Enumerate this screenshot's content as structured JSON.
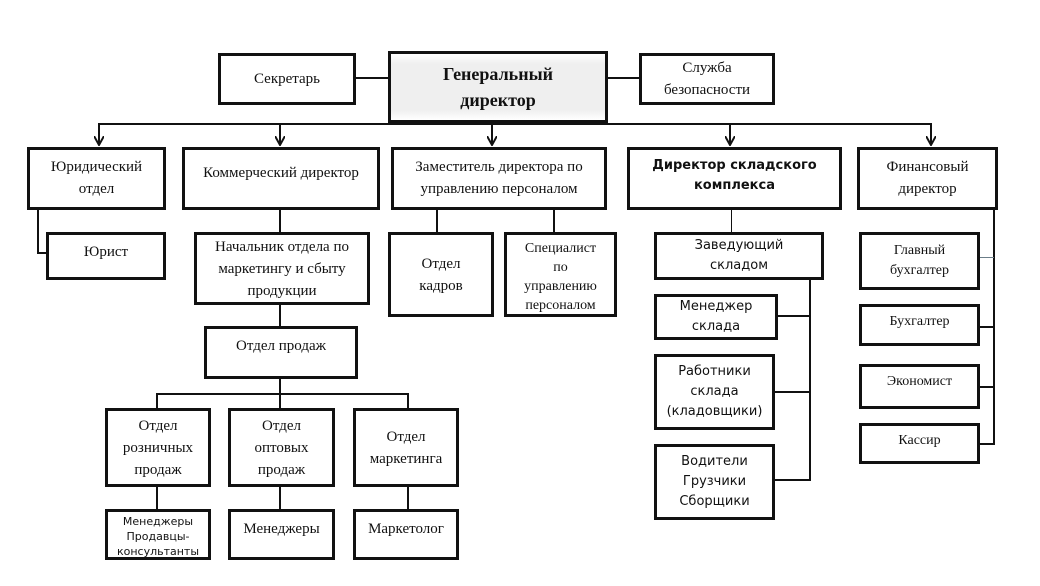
{
  "title": "Организационная структура",
  "top": {
    "general_director": [
      "Генеральный",
      "директор"
    ],
    "secretary": [
      "Секретарь"
    ],
    "security": [
      "Служба",
      "безопасности"
    ]
  },
  "level2": {
    "legal": [
      "Юридический",
      "отдел"
    ],
    "commercial": [
      "Коммерческий директор"
    ],
    "hr_deputy": [
      "Заместитель директора по",
      "управлению персоналом"
    ],
    "warehouse_director": [
      "Директор складского",
      "комплекса"
    ],
    "finance_director": [
      "Финансовый",
      "директор"
    ]
  },
  "legal_sub": {
    "lawyer": [
      "Юрист"
    ]
  },
  "commercial_sub": {
    "marketing_head": [
      "Начальник отдела по",
      "маркетингу и сбыту",
      "продукции"
    ],
    "sales_dept": [
      "Отдел продаж"
    ],
    "retail": [
      "Отдел",
      "розничных",
      "продаж"
    ],
    "wholesale": [
      "Отдел",
      "оптовых",
      "продаж"
    ],
    "marketing": [
      "Отдел",
      "маркетинга"
    ],
    "retail_staff": [
      "Менеджеры",
      "Продавцы-",
      "консультанты"
    ],
    "wholesale_staff": [
      "Менеджеры"
    ],
    "marketer": [
      "Маркетолог"
    ]
  },
  "hr_sub": {
    "personnel_dept": [
      "Отдел",
      "кадров"
    ],
    "hr_specialist": [
      "Специалист",
      "по",
      "управлению",
      "персоналом"
    ]
  },
  "warehouse_sub": {
    "head": [
      "Заведующий",
      "складом"
    ],
    "manager": [
      "Менеджер",
      "склада"
    ],
    "workers": [
      "Работники",
      "склада",
      "(кладовщики)"
    ],
    "drivers": [
      "Водители",
      "Грузчики",
      "Сборщики"
    ]
  },
  "finance_sub": {
    "chief_accountant": [
      "Главный",
      "бухгалтер"
    ],
    "accountant": [
      "Бухгалтер"
    ],
    "economist": [
      "Экономист"
    ],
    "cashier": [
      "Кассир"
    ]
  }
}
